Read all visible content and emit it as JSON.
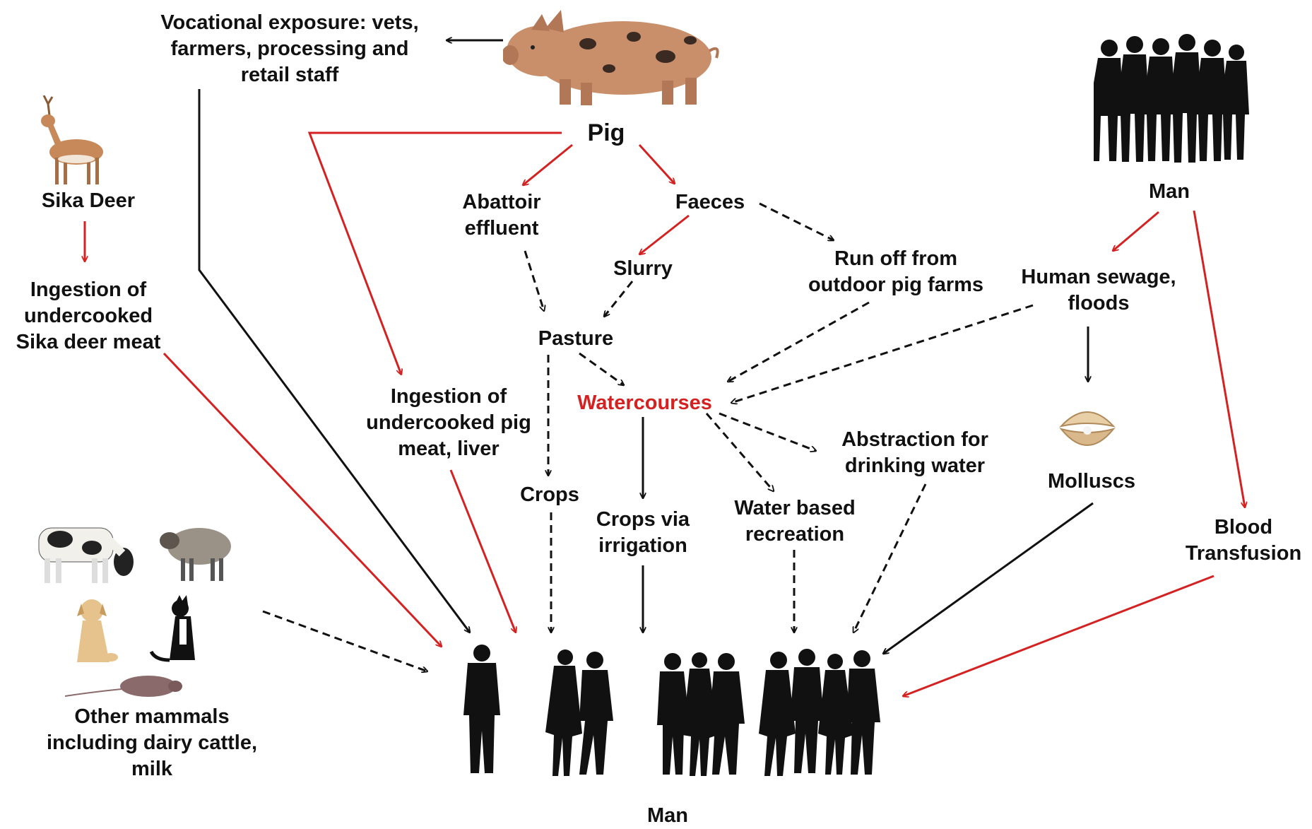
{
  "colors": {
    "red_arrow": "#d42222",
    "black_arrow": "#111111",
    "highlight_text": "#d42222",
    "silhouette": "#111111",
    "pig_body": "#c98f6a",
    "deer_body": "#c7895a"
  },
  "nodes": {
    "vocational": [
      "Vocational exposure: vets,",
      "farmers, processing and",
      "retail staff"
    ],
    "pig": [
      "Pig"
    ],
    "sika_deer": [
      "Sika Deer"
    ],
    "ingestion_deer": [
      "Ingestion of",
      "undercooked",
      "Sika deer meat"
    ],
    "abattoir": [
      "Abattoir",
      "effluent"
    ],
    "faeces": [
      "Faeces"
    ],
    "slurry": [
      "Slurry"
    ],
    "runoff": [
      "Run off from",
      "outdoor pig farms"
    ],
    "pasture": [
      "Pasture"
    ],
    "watercourses": [
      "Watercourses"
    ],
    "ingestion_pig": [
      "Ingestion of",
      "undercooked pig",
      "meat, liver"
    ],
    "crops": [
      "Crops"
    ],
    "crops_irrigation": [
      "Crops via",
      "irrigation"
    ],
    "water_recreation": [
      "Water based",
      "recreation"
    ],
    "abstraction": [
      "Abstraction for",
      "drinking water"
    ],
    "man_top": [
      "Man"
    ],
    "human_sewage": [
      "Human sewage,",
      "floods"
    ],
    "molluscs": [
      "Molluscs"
    ],
    "blood_transfusion": [
      "Blood",
      "Transfusion"
    ],
    "other_mammals": [
      "Other mammals",
      "including dairy cattle,",
      "milk"
    ],
    "man_bottom": [
      "Man"
    ]
  },
  "icons": [
    "pig-icon",
    "deer-icon",
    "crowd-icon",
    "cow-icon",
    "sheep-icon",
    "dog-icon",
    "cat-icon",
    "rat-icon",
    "mollusc-icon",
    "people-group-icon"
  ]
}
